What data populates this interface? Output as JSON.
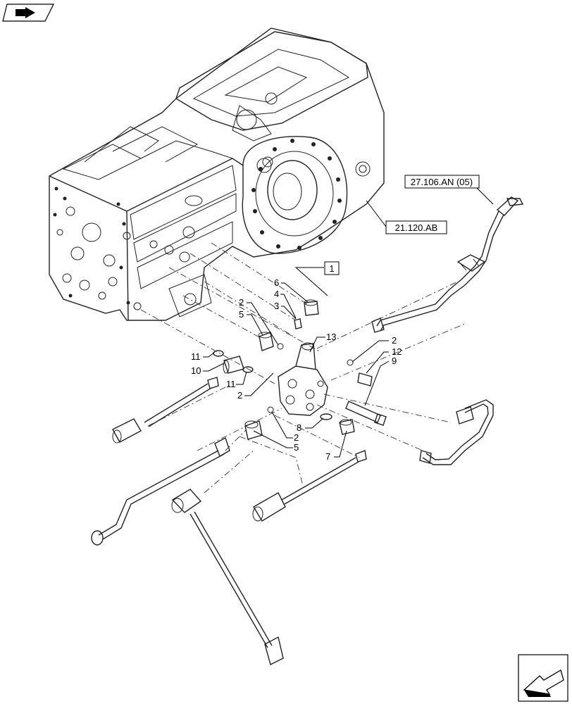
{
  "references": {
    "ref_top": "27.106.AN (05)",
    "ref_housing": "21.120.AB",
    "group": "1"
  },
  "callouts": {
    "c6": "6",
    "c4": "4",
    "c3": "3",
    "c2a": "2",
    "c5a": "5",
    "c13": "13",
    "c2b": "2",
    "c12": "12",
    "c9": "9",
    "c11a": "11",
    "c10": "10",
    "c11b": "11",
    "c2c": "2",
    "c8": "8",
    "c2d": "2",
    "c5b": "5",
    "c7": "7"
  },
  "icons": {
    "top_left": "book-nav-icon",
    "bottom_right": "next-page-arrow-icon"
  }
}
